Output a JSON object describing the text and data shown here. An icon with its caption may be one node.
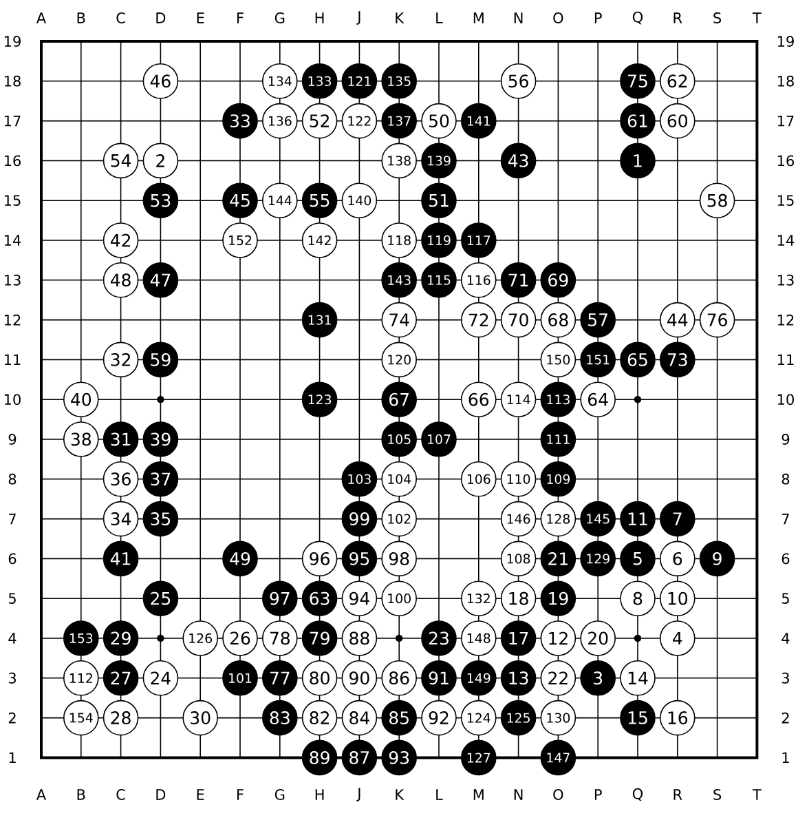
{
  "diagram": {
    "nodes": [
      {
        "text": [
          "46"
        ]
      },
      {
        "text": [
          "134"
        ]
      },
      {
        "text": [
          "133"
        ]
      },
      {
        "text": [
          "121"
        ]
      },
      {
        "text": [
          "135"
        ]
      },
      {
        "text": [
          "56"
        ]
      },
      {
        "text": [
          "75"
        ]
      },
      {
        "text": [
          "62"
        ]
      },
      {
        "text": [
          "33"
        ]
      },
      {
        "text": [
          "136"
        ]
      },
      {
        "text": [
          "52"
        ]
      },
      {
        "text": [
          "122"
        ]
      },
      {
        "text": [
          "137"
        ]
      },
      {
        "text": [
          "50"
        ]
      },
      {
        "text": [
          "141"
        ]
      },
      {
        "text": [
          "61"
        ]
      },
      {
        "text": [
          "60"
        ]
      },
      {
        "text": [
          "54"
        ]
      },
      {
        "text": [
          "2"
        ]
      },
      {
        "text": [
          "138"
        ]
      },
      {
        "text": [
          "139"
        ]
      },
      {
        "text": [
          "43"
        ]
      },
      {
        "text": [
          "1"
        ]
      },
      {
        "text": [
          "53"
        ]
      },
      {
        "text": [
          "45"
        ]
      },
      {
        "text": [
          "144"
        ]
      },
      {
        "text": [
          "55"
        ]
      },
      {
        "text": [
          "140"
        ]
      },
      {
        "text": [
          "51"
        ]
      },
      {
        "text": [
          "58"
        ]
      },
      {
        "text": [
          "42"
        ]
      },
      {
        "text": [
          "152"
        ]
      },
      {
        "text": [
          "142"
        ]
      },
      {
        "text": [
          "118"
        ]
      },
      {
        "text": [
          "119"
        ]
      },
      {
        "text": [
          "117"
        ]
      },
      {
        "text": [
          "48"
        ]
      },
      {
        "text": [
          "47"
        ]
      },
      {
        "text": [
          "143"
        ]
      },
      {
        "text": [
          "115"
        ]
      },
      {
        "text": [
          "116"
        ]
      },
      {
        "text": [
          "71"
        ]
      },
      {
        "text": [
          "69"
        ]
      },
      {
        "text": [
          "131"
        ]
      },
      {
        "text": [
          "74"
        ]
      },
      {
        "text": [
          "72"
        ]
      },
      {
        "text": [
          "70"
        ]
      },
      {
        "text": [
          "68"
        ]
      },
      {
        "text": [
          "57"
        ]
      },
      {
        "text": [
          "44"
        ]
      },
      {
        "text": [
          "76"
        ]
      },
      {
        "text": [
          "32"
        ]
      },
      {
        "text": [
          "59"
        ]
      },
      {
        "text": [
          "120"
        ]
      },
      {
        "text": [
          "150"
        ]
      },
      {
        "text": [
          "151"
        ]
      },
      {
        "text": [
          "65"
        ]
      },
      {
        "text": [
          "73"
        ]
      },
      {
        "text": [
          "40"
        ]
      },
      {
        "text": [
          "123"
        ]
      },
      {
        "text": [
          "67"
        ]
      },
      {
        "text": [
          "66"
        ]
      },
      {
        "text": [
          "114"
        ]
      },
      {
        "text": [
          "113"
        ]
      },
      {
        "text": [
          "64"
        ]
      },
      {
        "text": [
          "38"
        ]
      },
      {
        "text": [
          "31"
        ]
      },
      {
        "text": [
          "39"
        ]
      },
      {
        "text": [
          "105"
        ]
      },
      {
        "text": [
          "107"
        ]
      },
      {
        "text": [
          "111"
        ]
      },
      {
        "text": [
          "36"
        ]
      },
      {
        "text": [
          "37"
        ]
      },
      {
        "text": [
          "103"
        ]
      },
      {
        "text": [
          "104"
        ]
      },
      {
        "text": [
          "106"
        ]
      },
      {
        "text": [
          "110"
        ]
      },
      {
        "text": [
          "109"
        ]
      },
      {
        "text": [
          "34"
        ]
      },
      {
        "text": [
          "35"
        ]
      },
      {
        "text": [
          "99"
        ]
      },
      {
        "text": [
          "102"
        ]
      },
      {
        "text": [
          "146"
        ]
      },
      {
        "text": [
          "128"
        ]
      },
      {
        "text": [
          "145"
        ]
      },
      {
        "text": [
          "11"
        ]
      },
      {
        "text": [
          "7"
        ]
      },
      {
        "text": [
          "41"
        ]
      },
      {
        "text": [
          "49"
        ]
      },
      {
        "text": [
          "96"
        ]
      },
      {
        "text": [
          "95"
        ]
      },
      {
        "text": [
          "98"
        ]
      },
      {
        "text": [
          "108"
        ]
      },
      {
        "text": [
          "21"
        ]
      },
      {
        "text": [
          "129"
        ]
      },
      {
        "text": [
          "5"
        ]
      },
      {
        "text": [
          "6"
        ]
      },
      {
        "text": [
          "9"
        ]
      },
      {
        "text": [
          "25"
        ]
      },
      {
        "text": [
          "97"
        ]
      },
      {
        "text": [
          "63"
        ]
      },
      {
        "text": [
          "94"
        ]
      },
      {
        "text": [
          "100"
        ]
      },
      {
        "text": [
          "132"
        ]
      },
      {
        "text": [
          "18"
        ]
      },
      {
        "text": [
          "19"
        ]
      },
      {
        "text": [
          "8"
        ]
      },
      {
        "text": [
          "10"
        ]
      },
      {
        "text": [
          "153"
        ]
      },
      {
        "text": [
          "29"
        ]
      },
      {
        "text": [
          "126"
        ]
      },
      {
        "text": [
          "26"
        ]
      },
      {
        "text": [
          "78"
        ]
      },
      {
        "text": [
          "79"
        ]
      },
      {
        "text": [
          "88"
        ]
      },
      {
        "text": [
          "23"
        ]
      },
      {
        "text": [
          "148"
        ]
      },
      {
        "text": [
          "17"
        ]
      },
      {
        "text": [
          "12"
        ]
      },
      {
        "text": [
          "20"
        ]
      },
      {
        "text": [
          "4"
        ]
      },
      {
        "text": [
          "112"
        ]
      },
      {
        "text": [
          "27"
        ]
      },
      {
        "text": [
          "24"
        ]
      },
      {
        "text": [
          "101"
        ]
      },
      {
        "text": [
          "77"
        ]
      },
      {
        "text": [
          "80"
        ]
      },
      {
        "text": [
          "90"
        ]
      },
      {
        "text": [
          "86"
        ]
      },
      {
        "text": [
          "91"
        ]
      },
      {
        "text": [
          "149"
        ]
      },
      {
        "text": [
          "13"
        ]
      },
      {
        "text": [
          "22"
        ]
      },
      {
        "text": [
          "3"
        ]
      },
      {
        "text": [
          "14"
        ]
      },
      {
        "text": [
          "154"
        ]
      },
      {
        "text": [
          "28"
        ]
      },
      {
        "text": [
          "30"
        ]
      },
      {
        "text": [
          "83"
        ]
      },
      {
        "text": [
          "82"
        ]
      },
      {
        "text": [
          "84"
        ]
      },
      {
        "text": [
          "85"
        ]
      },
      {
        "text": [
          "92"
        ]
      },
      {
        "text": [
          "124"
        ]
      },
      {
        "text": [
          "125"
        ]
      },
      {
        "text": [
          "130"
        ]
      },
      {
        "text": [
          "15"
        ]
      },
      {
        "text": [
          "16"
        ]
      },
      {
        "text": [
          "89"
        ]
      },
      {
        "text": [
          "87"
        ]
      },
      {
        "text": [
          "93"
        ]
      },
      {
        "text": [
          "127"
        ]
      },
      {
        "text": [
          "147"
        ]
      }
    ],
    "labels": [
      "A",
      "B",
      "C",
      "D",
      "E",
      "F",
      "G",
      "H",
      "J",
      "K",
      "L",
      "M",
      "N",
      "O",
      "P",
      "Q",
      "R",
      "S",
      "T",
      "19",
      "19",
      "18",
      "18",
      "17",
      "17",
      "16",
      "16",
      "15",
      "15",
      "14",
      "14",
      "13",
      "13",
      "12",
      "12",
      "11",
      "11",
      "10",
      "10",
      "9",
      "9",
      "8",
      "8",
      "7",
      "7",
      "6",
      "6",
      "5",
      "5",
      "4",
      "4",
      "3",
      "3",
      "2",
      "2",
      "1",
      "1",
      "A",
      "B",
      "C",
      "D",
      "E",
      "F",
      "G",
      "H",
      "J",
      "K",
      "L",
      "M",
      "N",
      "O",
      "P",
      "Q",
      "R",
      "S",
      "T"
    ]
  }
}
